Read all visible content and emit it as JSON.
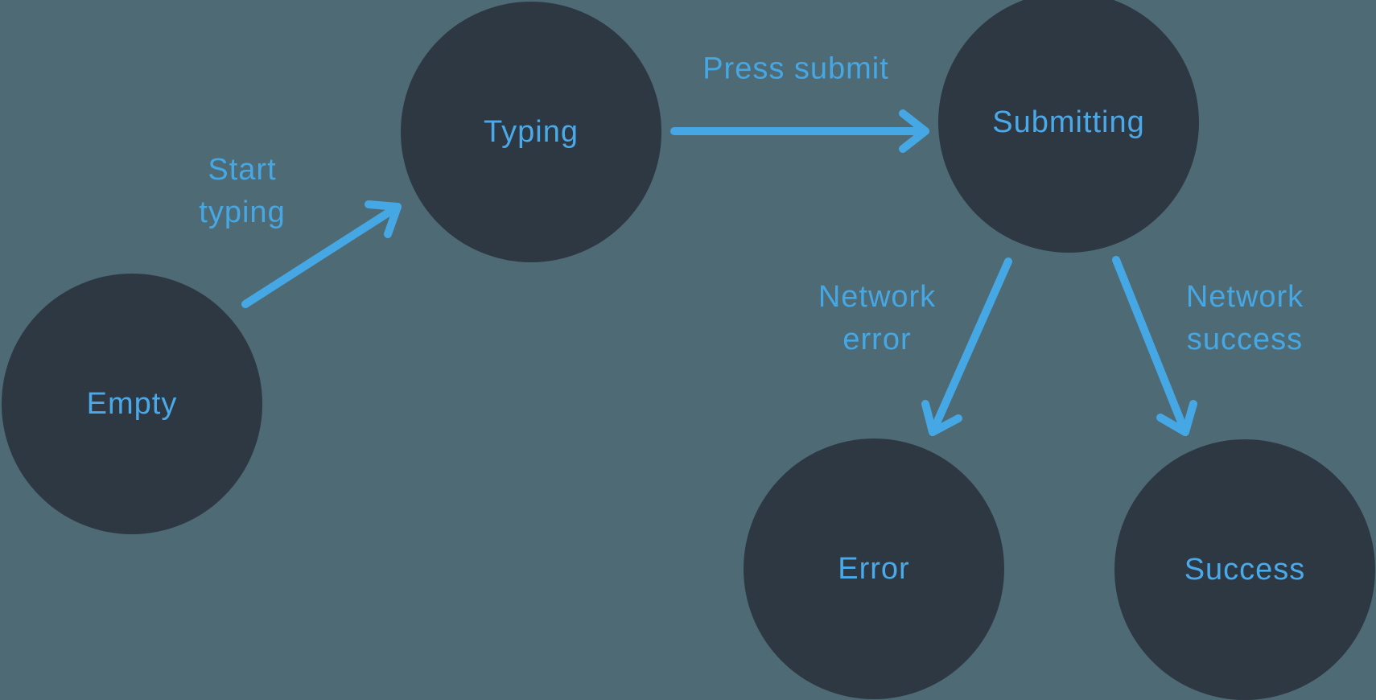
{
  "diagram_type": "state-machine",
  "colors": {
    "background": "#4E6A74",
    "node_fill": "#2E3843",
    "accent_blue": "#45A7E4",
    "node_label_blue": "#4AA9E8"
  },
  "states": [
    {
      "id": "empty",
      "label": "Empty"
    },
    {
      "id": "typing",
      "label": "Typing"
    },
    {
      "id": "submitting",
      "label": "Submitting"
    },
    {
      "id": "error",
      "label": "Error"
    },
    {
      "id": "success",
      "label": "Success"
    }
  ],
  "transitions": [
    {
      "id": "start-typing",
      "label": "Start\ntyping",
      "from": "empty",
      "to": "typing"
    },
    {
      "id": "press-submit",
      "label": "Press submit",
      "from": "typing",
      "to": "submitting"
    },
    {
      "id": "network-error",
      "label": "Network\nerror",
      "from": "submitting",
      "to": "error"
    },
    {
      "id": "network-success",
      "label": "Network\nsuccess",
      "from": "submitting",
      "to": "success"
    }
  ]
}
